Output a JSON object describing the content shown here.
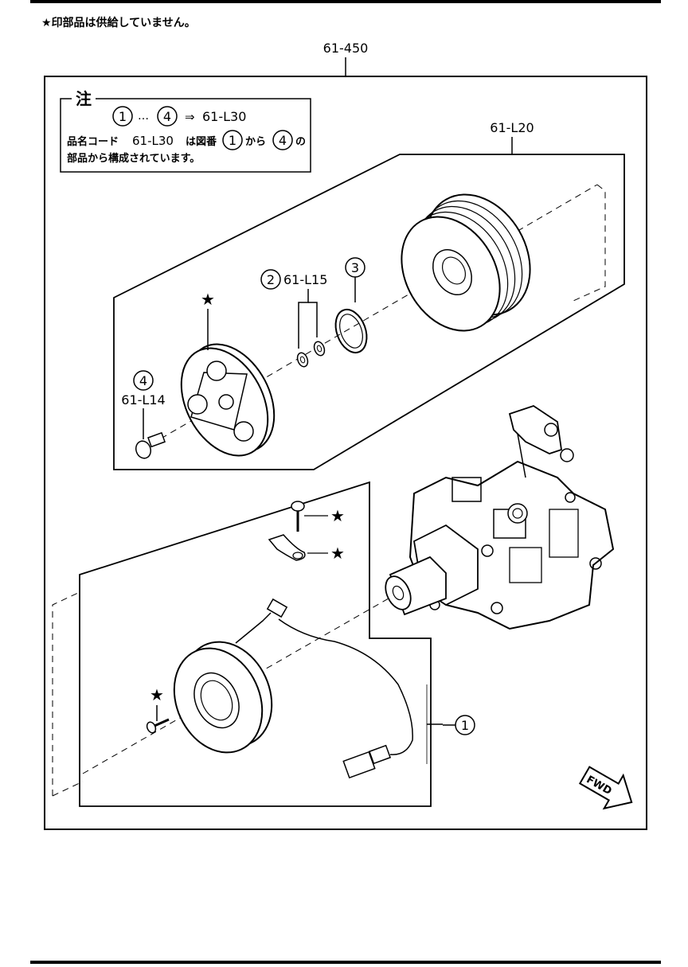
{
  "header_note": {
    "star": "★",
    "text": "印部品は供給していません。"
  },
  "assembly_label": "61-450",
  "note_box": {
    "title": "注",
    "line1": {
      "c1": "1",
      "dots": "…",
      "c2": "4",
      "arrow": "⇒",
      "code": "61-L30"
    },
    "line2": {
      "prefix": "品名コード",
      "code": "61-L30",
      "mid": "は図番",
      "c1": "1",
      "from": "から",
      "c2": "4",
      "suffix": "の"
    },
    "line3": "部品から構成されています。"
  },
  "pulley_group_label": "61-L20",
  "callouts": {
    "c1": {
      "num": "1"
    },
    "c2": {
      "num": "2",
      "code": "61-L15"
    },
    "c3": {
      "num": "3"
    },
    "c4": {
      "num": "4",
      "code": "61-L14"
    }
  },
  "star_symbol": "★",
  "fwd_label": "FWD"
}
